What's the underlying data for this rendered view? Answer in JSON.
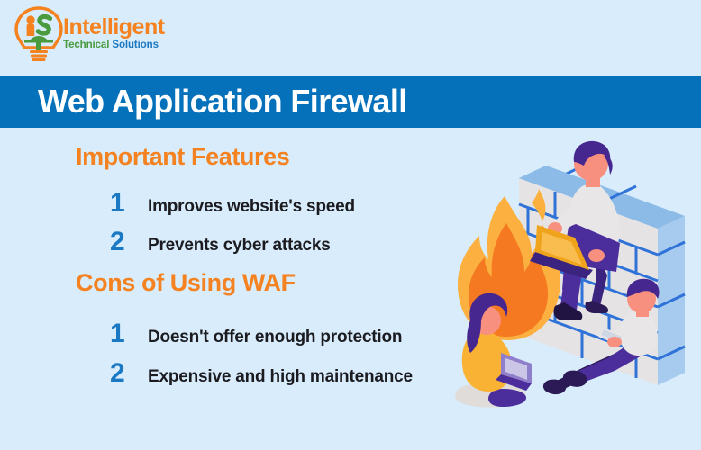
{
  "page": {
    "background_color": "#d8ecfb"
  },
  "brand": {
    "logo_icon": "lightbulb-logo-icon",
    "name": "Intelligent",
    "tagline_part1": "Technical ",
    "tagline_part2": "Solutions",
    "name_color": "#f5821f",
    "tagline_color_1": "#4a9a3e",
    "tagline_color_2": "#1a78c2"
  },
  "header": {
    "title": "Web Application Firewall",
    "band_color": "#0571bb",
    "title_color": "#ffffff"
  },
  "sections": [
    {
      "heading": "Important Features",
      "heading_color": "#f58220",
      "items": [
        {
          "number": "1",
          "label": "Improves website's speed"
        },
        {
          "number": "2",
          "label": "Prevents cyber attacks"
        }
      ]
    },
    {
      "heading": "Cons of Using WAF",
      "heading_color": "#f58220",
      "items": [
        {
          "number": "1",
          "label": "Doesn't offer enough protection"
        },
        {
          "number": "2",
          "label": "Expensive and high maintenance"
        }
      ]
    }
  ],
  "illustration": {
    "name": "firewall-illustration",
    "description": "Isometric brick firewall with flames, a person sitting on top of the wall with a laptop, a person seated against the wall with a tablet, and a woman seated on the ground with a laptop",
    "colors": {
      "brick_face": "#e6e3e4",
      "brick_top": "#8cbbe8",
      "mortar_line": "#2f72d8",
      "flame_outer": "#fbb040",
      "flame_inner": "#f47920",
      "hair_purple": "#46278f",
      "skin": "#f7907f",
      "shirt_light": "#e8e6e7",
      "pants_purple": "#4b2d9c",
      "top_yellow": "#f9b233",
      "laptop_yellow": "#efa41c"
    }
  }
}
